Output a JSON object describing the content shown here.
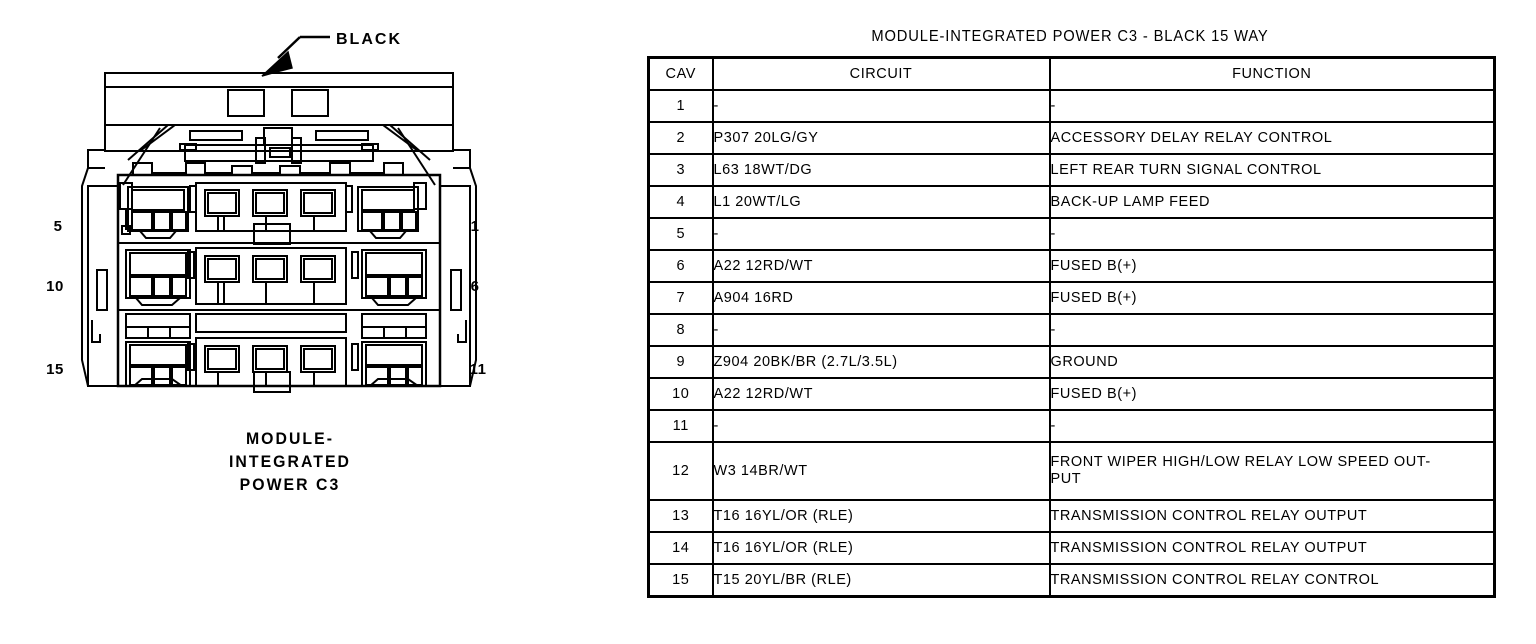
{
  "connector": {
    "callout_label": "BLACK",
    "caption_lines": [
      "MODULE-",
      "INTEGRATED",
      "POWER C3"
    ],
    "cavity_labels_left": [
      "5",
      "10",
      "15"
    ],
    "cavity_labels_right": [
      "1",
      "6",
      "11"
    ],
    "line_color": "#000000",
    "fill_color": "#ffffff"
  },
  "table": {
    "title": "MODULE-INTEGRATED POWER C3 - BLACK 15 WAY",
    "columns": [
      "CAV",
      "CIRCUIT",
      "FUNCTION"
    ],
    "rows": [
      {
        "cav": "1",
        "circuit": "-",
        "function": "-"
      },
      {
        "cav": "2",
        "circuit": "P307 20LG/GY",
        "function": "ACCESSORY DELAY RELAY CONTROL"
      },
      {
        "cav": "3",
        "circuit": "L63 18WT/DG",
        "function": "LEFT REAR TURN SIGNAL CONTROL"
      },
      {
        "cav": "4",
        "circuit": "L1 20WT/LG",
        "function": "BACK-UP LAMP FEED"
      },
      {
        "cav": "5",
        "circuit": "-",
        "function": "-"
      },
      {
        "cav": "6",
        "circuit": "A22 12RD/WT",
        "function": "FUSED B(+)"
      },
      {
        "cav": "7",
        "circuit": "A904 16RD",
        "function": "FUSED B(+)"
      },
      {
        "cav": "8",
        "circuit": "-",
        "function": "-"
      },
      {
        "cav": "9",
        "circuit": "Z904 20BK/BR (2.7L/3.5L)",
        "function": "GROUND"
      },
      {
        "cav": "10",
        "circuit": "A22 12RD/WT",
        "function": "FUSED B(+)"
      },
      {
        "cav": "11",
        "circuit": "-",
        "function": "-"
      },
      {
        "cav": "12",
        "circuit": "W3 14BR/WT",
        "function": "FRONT WIPER HIGH/LOW RELAY LOW SPEED OUT-\nPUT",
        "tall": true
      },
      {
        "cav": "13",
        "circuit": "T16 16YL/OR (RLE)",
        "function": "TRANSMISSION CONTROL RELAY OUTPUT"
      },
      {
        "cav": "14",
        "circuit": "T16 16YL/OR (RLE)",
        "function": "TRANSMISSION CONTROL RELAY OUTPUT"
      },
      {
        "cav": "15",
        "circuit": "T15 20YL/BR (RLE)",
        "function": "TRANSMISSION CONTROL RELAY CONTROL"
      }
    ]
  }
}
